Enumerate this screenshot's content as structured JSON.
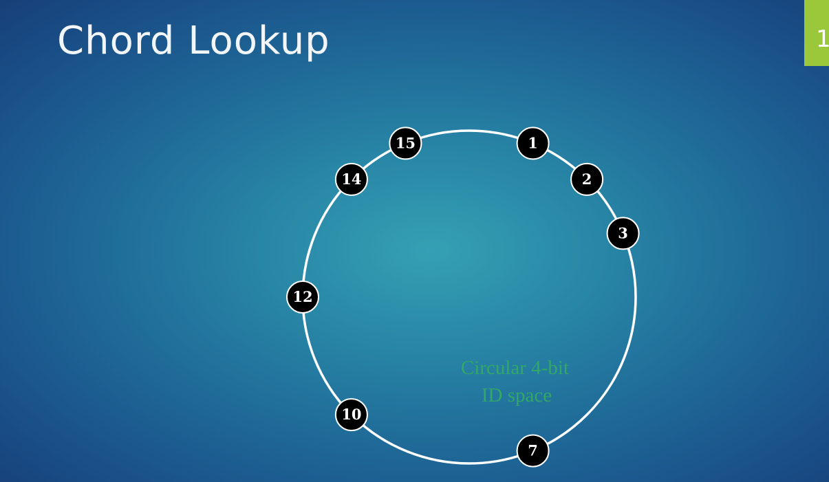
{
  "title": "Chord Lookup",
  "slide_number": "1",
  "colors": {
    "node_fill": "#000000",
    "node_stroke": "#ffffff",
    "ring_stroke": "#ffffff",
    "caption": "#32a866",
    "number_tab": "#9bc73a"
  },
  "ring": {
    "id_bits": 4,
    "id_space_size": 16,
    "nodes": [
      {
        "id": 1,
        "label": "1"
      },
      {
        "id": 2,
        "label": "2"
      },
      {
        "id": 3,
        "label": "3"
      },
      {
        "id": 7,
        "label": "7"
      },
      {
        "id": 10,
        "label": "10"
      },
      {
        "id": 12,
        "label": "12"
      },
      {
        "id": 14,
        "label": "14"
      },
      {
        "id": 15,
        "label": "15"
      }
    ]
  },
  "caption": {
    "line1": "Circular 4-bit",
    "line2": "ID space"
  }
}
